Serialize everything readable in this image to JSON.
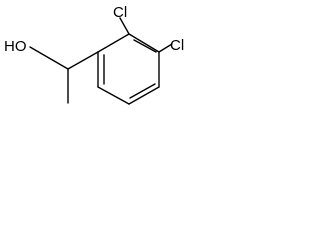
{
  "molecule": {
    "labels": {
      "hydroxyl": "HO",
      "chlorine_ortho": "Cl",
      "chlorine_para": "Cl"
    }
  }
}
